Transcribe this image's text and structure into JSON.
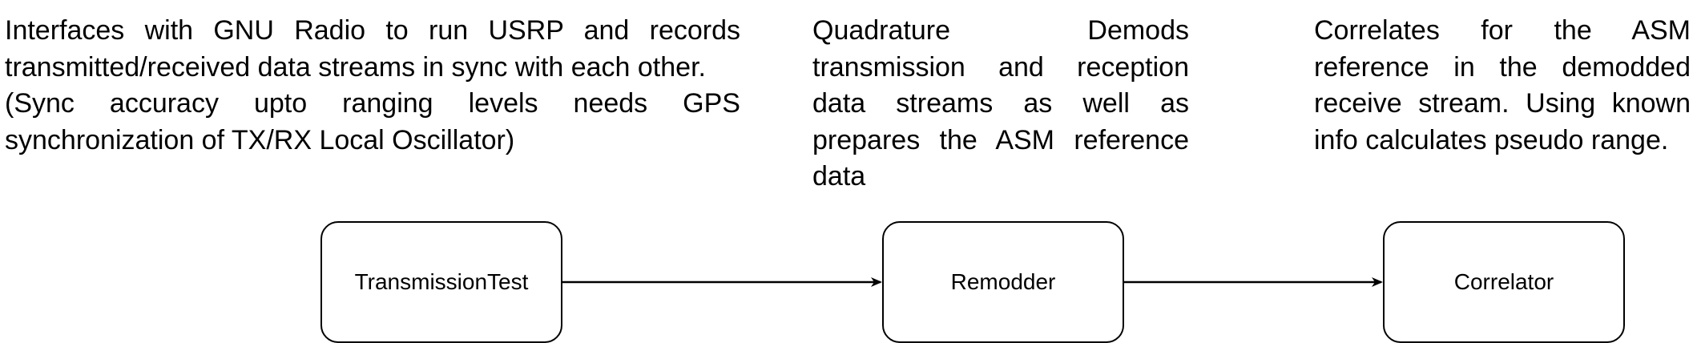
{
  "nodes": {
    "transmission": {
      "label": "TransmissionTest",
      "description": [
        "Interfaces with GNU Radio to run USRP and records transmitted/received data streams in sync with each other.",
        "(Sync accuracy upto ranging levels needs GPS synchronization of TX/RX Local Oscillator)"
      ]
    },
    "remodder": {
      "label": "Remodder",
      "description": [
        "Quadrature Demods transmission and reception data streams as well as prepares the ASM reference data"
      ]
    },
    "correlator": {
      "label": "Correlator",
      "description": [
        "Correlates for the ASM reference in the demodded receive stream. Using known info calculates pseudo range."
      ]
    }
  },
  "edges": [
    {
      "from": "transmission",
      "to": "remodder"
    },
    {
      "from": "remodder",
      "to": "correlator"
    }
  ],
  "colors": {
    "stroke": "#000000",
    "text": "#000000",
    "background": "#ffffff"
  }
}
